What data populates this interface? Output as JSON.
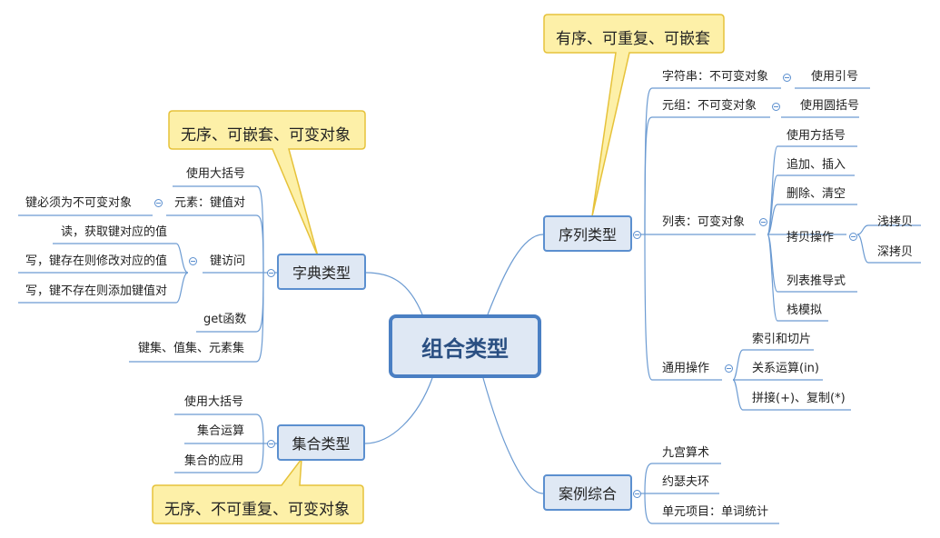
{
  "central": "组合类型",
  "branches": {
    "sequence": {
      "title": "序列类型",
      "note": "有序、可重复、可嵌套",
      "string": {
        "label": "字符串：不可变对象",
        "child": "使用引号"
      },
      "tuple": {
        "label": "元组：不可变对象",
        "child": "使用圆括号"
      },
      "list": {
        "label": "列表：可变对象",
        "items": [
          "使用方括号",
          "追加、插入",
          "删除、清空",
          "拷贝操作",
          "列表推导式",
          "栈模拟"
        ],
        "copy": [
          "浅拷贝",
          "深拷贝"
        ]
      },
      "common": {
        "label": "通用操作",
        "items": [
          "索引和切片",
          "关系运算(in)",
          "拼接(+)、复制(*)"
        ]
      }
    },
    "dict": {
      "title": "字典类型",
      "note": "无序、可嵌套、可变对象",
      "items": [
        "使用大括号",
        "元素：键值对",
        "键访问",
        "get函数",
        "键集、值集、元素集"
      ],
      "element_child": "键必须为不可变对象",
      "access": [
        "读，获取键对应的值",
        "写，键存在则修改对应的值",
        "写，键不存在则添加键值对"
      ]
    },
    "set": {
      "title": "集合类型",
      "note": "无序、不可重复、可变对象",
      "items": [
        "使用大括号",
        "集合运算",
        "集合的应用"
      ]
    },
    "cases": {
      "title": "案例综合",
      "items": [
        "九宫算术",
        "约瑟夫环",
        "单元项目：单词统计"
      ]
    }
  },
  "colors": {
    "line": "#5b8fcf",
    "node_fill": "#dfe8f4",
    "callout_fill": "#fdf0a8",
    "callout_border": "#e6c23a"
  }
}
